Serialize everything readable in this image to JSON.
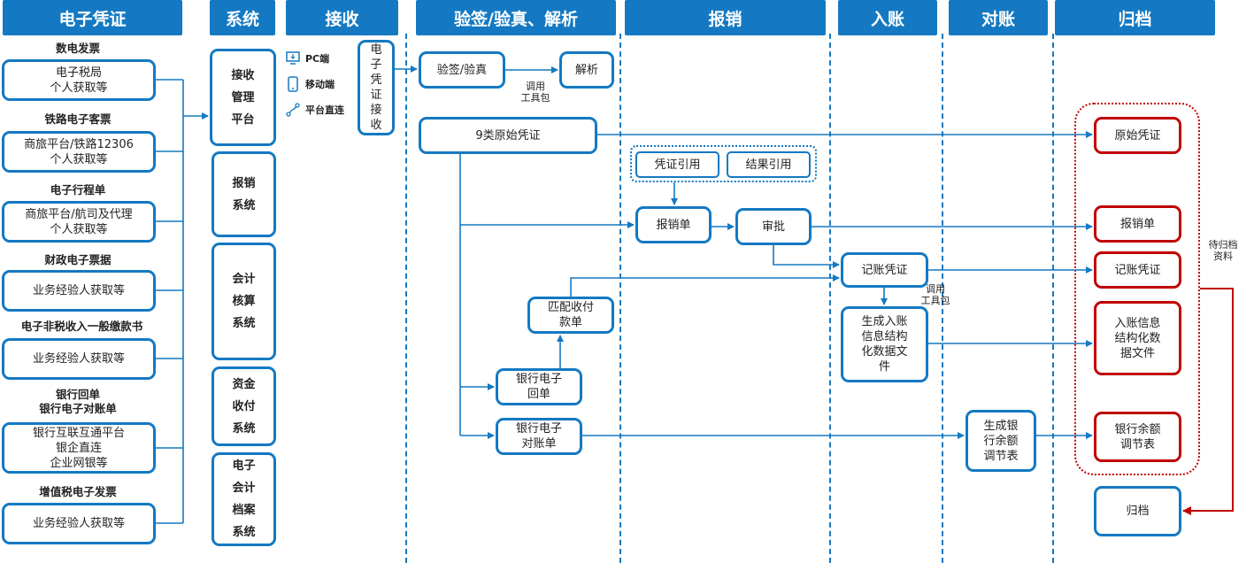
{
  "headers": [
    "电子凭证",
    "系统",
    "接收",
    "验签/验真、解析",
    "报销",
    "入账",
    "对账",
    "归档"
  ],
  "sources": [
    {
      "title": "数电发票",
      "box": "电子税局\n个人获取等"
    },
    {
      "title": "铁路电子客票",
      "box": "商旅平台/铁路12306\n个人获取等"
    },
    {
      "title": "电子行程单",
      "box": "商旅平台/航司及代理\n个人获取等"
    },
    {
      "title": "财政电子票据",
      "box": "业务经验人获取等"
    },
    {
      "title": "电子非税收入一般缴款书",
      "box": "业务经验人获取等"
    },
    {
      "title": "银行回单\n银行电子对账单",
      "box": "银行互联互通平台\n银企直连\n企业网银等"
    },
    {
      "title": "增值税电子发票",
      "box": "业务经验人获取等"
    }
  ],
  "systems": [
    "接收\n管理\n平台",
    "报销\n系统",
    "会计\n核算\n系统",
    "资金\n收付\n系统",
    "电子\n会计\n档案\n系统"
  ],
  "channels": {
    "pc": "PC端",
    "mobile": "移动端",
    "platform": "平台直连"
  },
  "receive_box": "电\n子\n凭\n证\n接\n收",
  "verify": {
    "check": "验签/验真",
    "parse": "解析",
    "tool": "调用\n工具包",
    "orig": "9类原始凭证",
    "match": "匹配收付\n款单",
    "receipt": "银行电子\n回单",
    "statement": "银行电子\n对账单"
  },
  "reimb": {
    "ref1": "凭证引用",
    "ref2": "结果引用",
    "form": "报销单",
    "approve": "审批"
  },
  "entry": {
    "voucher": "记账凭证",
    "tool": "调用\n工具包",
    "gen": "生成入账\n信息结构\n化数据文\n件"
  },
  "recon": {
    "gen": "生成银\n行余额\n调节表"
  },
  "archive": {
    "orig": "原始凭证",
    "form": "报销单",
    "voucher": "记账凭证",
    "info": "入账信息\n结构化数\n据文件",
    "balance": "银行余额\n调节表",
    "pending": "待归档\n资料",
    "final": "归档"
  },
  "colors": {
    "primary": "#1479c2",
    "archive_red": "#c00000"
  }
}
